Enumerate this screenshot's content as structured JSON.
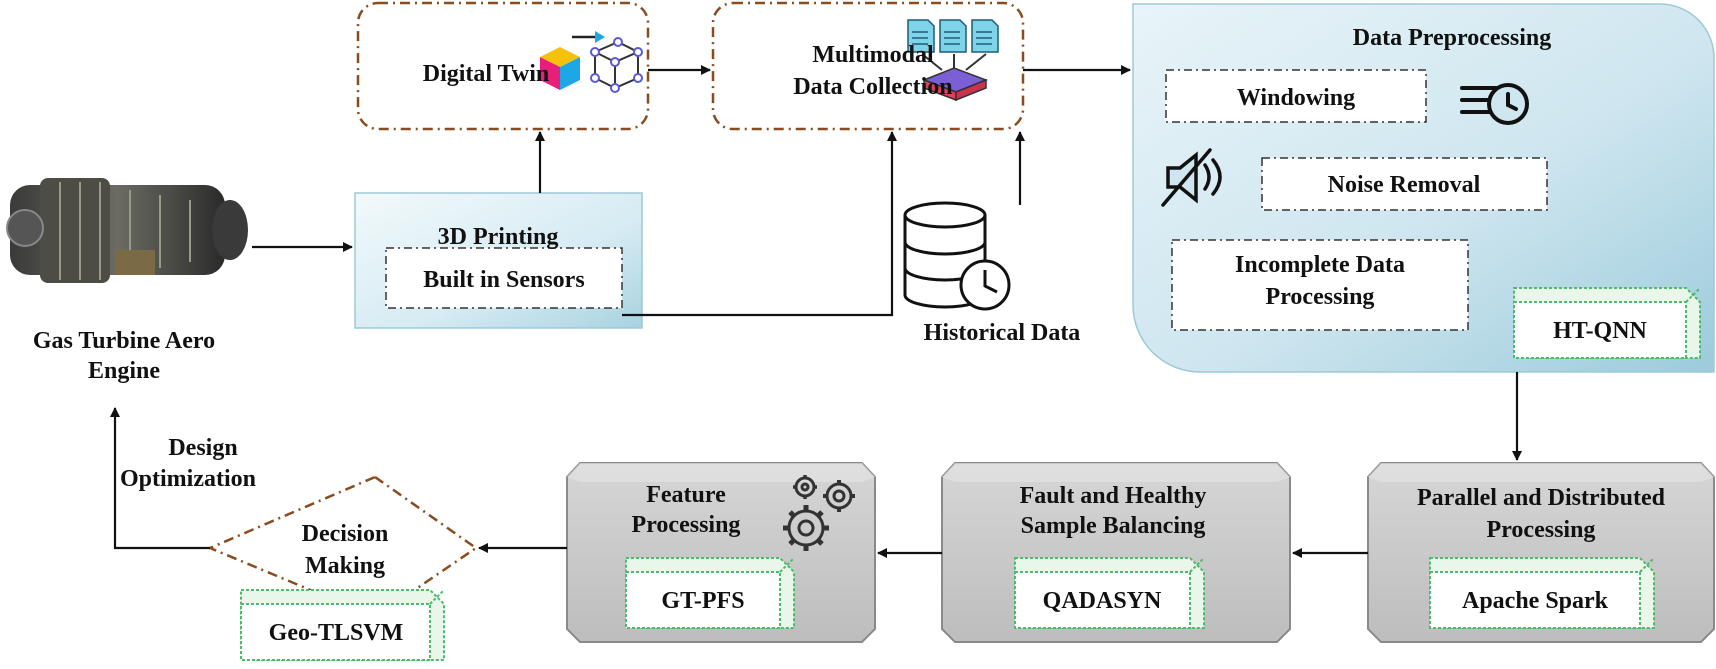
{
  "engine": {
    "label_line1": "Gas Turbine Aero",
    "label_line2": "Engine"
  },
  "printing": {
    "title": "3D Printing",
    "sensors": "Built in Sensors"
  },
  "digital_twin": {
    "label": "Digital Twin"
  },
  "multimodal": {
    "line1": "Multimodal",
    "line2": "Data Collection"
  },
  "historical": {
    "label": "Historical Data"
  },
  "preprocessing": {
    "title": "Data Preprocessing",
    "windowing": "Windowing",
    "noise_removal": "Noise Removal",
    "incomplete_line1": "Incomplete Data",
    "incomplete_line2": "Processing",
    "method": "HT-QNN"
  },
  "parallel": {
    "line1": "Parallel and Distributed",
    "line2": "Processing",
    "method": "Apache Spark"
  },
  "balancing": {
    "line1": "Fault and Healthy",
    "line2": "Sample Balancing",
    "method": "QADASYN"
  },
  "feature": {
    "line1": "Feature",
    "line2": "Processing",
    "method": "GT-PFS"
  },
  "decision": {
    "line1": "Decision",
    "line2": "Making",
    "method": "Geo-TLSVM"
  },
  "design": {
    "line1": "Design",
    "line2": "Optimization"
  },
  "colors": {
    "dashed_border": "#8a4b1e",
    "blue_panel": "#cfe6f0",
    "grey_panel": "#c9c9c9",
    "green_dotted": "#4cbb6b",
    "arrow": "#111111"
  }
}
